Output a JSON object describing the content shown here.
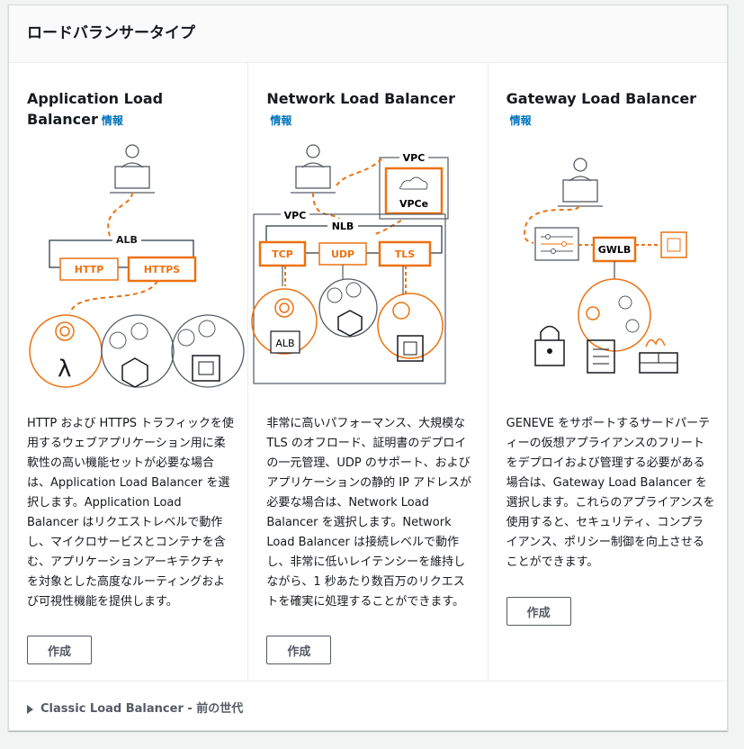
{
  "panel": {
    "title": "ロードバランサータイプ"
  },
  "cards": [
    {
      "title": "Application Load Balancer",
      "info": "情報",
      "labels": {
        "alb": "ALB",
        "http": "HTTP",
        "https": "HTTPS"
      },
      "description": "HTTP および HTTPS トラフィックを使用するウェブアプリケーション用に柔軟性の高い機能セットが必要な場合は、Application Load Balancer を選択します。Application Load Balancer はリクエストレベルで動作し、マイクロサービスとコンテナを含む、アプリケーションアーキテクチャを対象とした高度なルーティングおよび可視性機能を提供します。",
      "button": "作成"
    },
    {
      "title": "Network Load Balancer",
      "info": "情報",
      "labels": {
        "vpc_top": "VPC",
        "vpce": "VPCe",
        "vpc": "VPC",
        "nlb": "NLB",
        "tcp": "TCP",
        "udp": "UDP",
        "tls": "TLS",
        "alb": "ALB"
      },
      "description": "非常に高いパフォーマンス、大規模な TLS のオフロード、証明書のデプロイの一元管理、UDP のサポート、およびアプリケーションの静的 IP アドレスが必要な場合は、Network Load Balancer を選択します。Network Load Balancer は接続レベルで動作し、非常に低いレイテンシーを維持しながら、1 秒あたり数百万のリクエストを確実に処理することができます。",
      "button": "作成"
    },
    {
      "title": "Gateway Load Balancer",
      "info": "情報",
      "labels": {
        "gwlb": "GWLB"
      },
      "description": "GENEVE をサポートするサードパーティーの仮想アプライアンスのフリートをデプロイおよび管理する必要がある場合は、Gateway Load Balancer を選択します。これらのアプライアンスを使用すると、セキュリティ、コンプライアンス、ポリシー制御を向上させることができます。",
      "button": "作成"
    }
  ],
  "footer": {
    "label": "Classic Load Balancer - 前の世代"
  },
  "colors": {
    "accent": "#ec7211",
    "link": "#0073bb",
    "text": "#16191f",
    "gray": "#545b64"
  }
}
